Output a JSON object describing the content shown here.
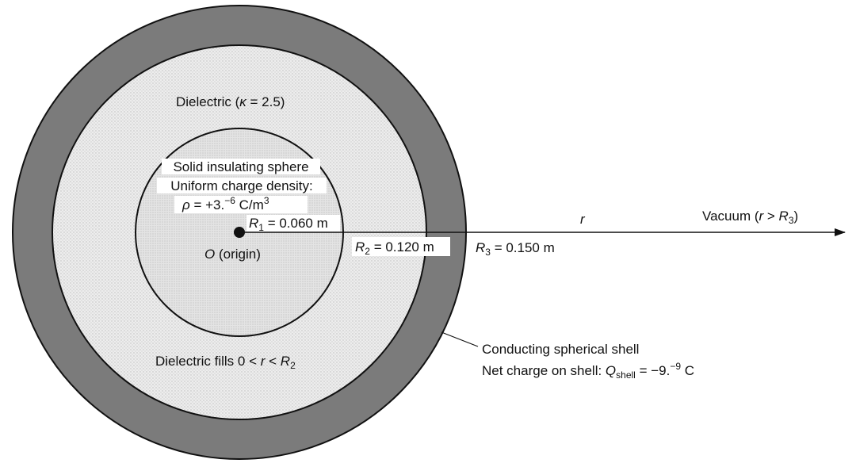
{
  "labels": {
    "dielectric_kappa": {
      "prefix": "Dielectric (",
      "symbol": "κ",
      "suffix": " = 2.5)"
    },
    "sphere_title": "Solid insulating sphere",
    "sphere_density_title": "Uniform charge density:",
    "sphere_density": {
      "symbol": "ρ",
      "value": " = +3.",
      "exp": "−6",
      "unit": " C/m",
      "unit_exp": "3"
    },
    "r1": {
      "symbol": "R",
      "sub": "1",
      "value": " = 0.060 m"
    },
    "origin": {
      "symbol": "O",
      "rest": " (origin)"
    },
    "r2": {
      "symbol": "R",
      "sub": "2",
      "value": " = 0.120 m"
    },
    "r3": {
      "symbol": "R",
      "sub": "3",
      "value": " = 0.150 m"
    },
    "r_axis": "r",
    "vacuum": {
      "prefix": "Vacuum (",
      "r": "r",
      "gt": " > ",
      "symbol": "R",
      "sub": "3",
      "suffix": ")"
    },
    "dielectric_fill": {
      "prefix": "Dielectric fills 0 < ",
      "r": "r",
      "lt": " < ",
      "symbol": "R",
      "sub": "2"
    },
    "shell_title": "Conducting spherical shell",
    "shell_charge": {
      "prefix": "Net charge on shell: ",
      "symbol": "Q",
      "sub": "shell",
      "value": " = −9.",
      "exp": "−9",
      "unit": " C"
    }
  },
  "colors": {
    "shell": "#7b7b7b",
    "dielectric": "#ececec",
    "inner_sphere": "#e2e2e2",
    "stroke": "#111111"
  }
}
